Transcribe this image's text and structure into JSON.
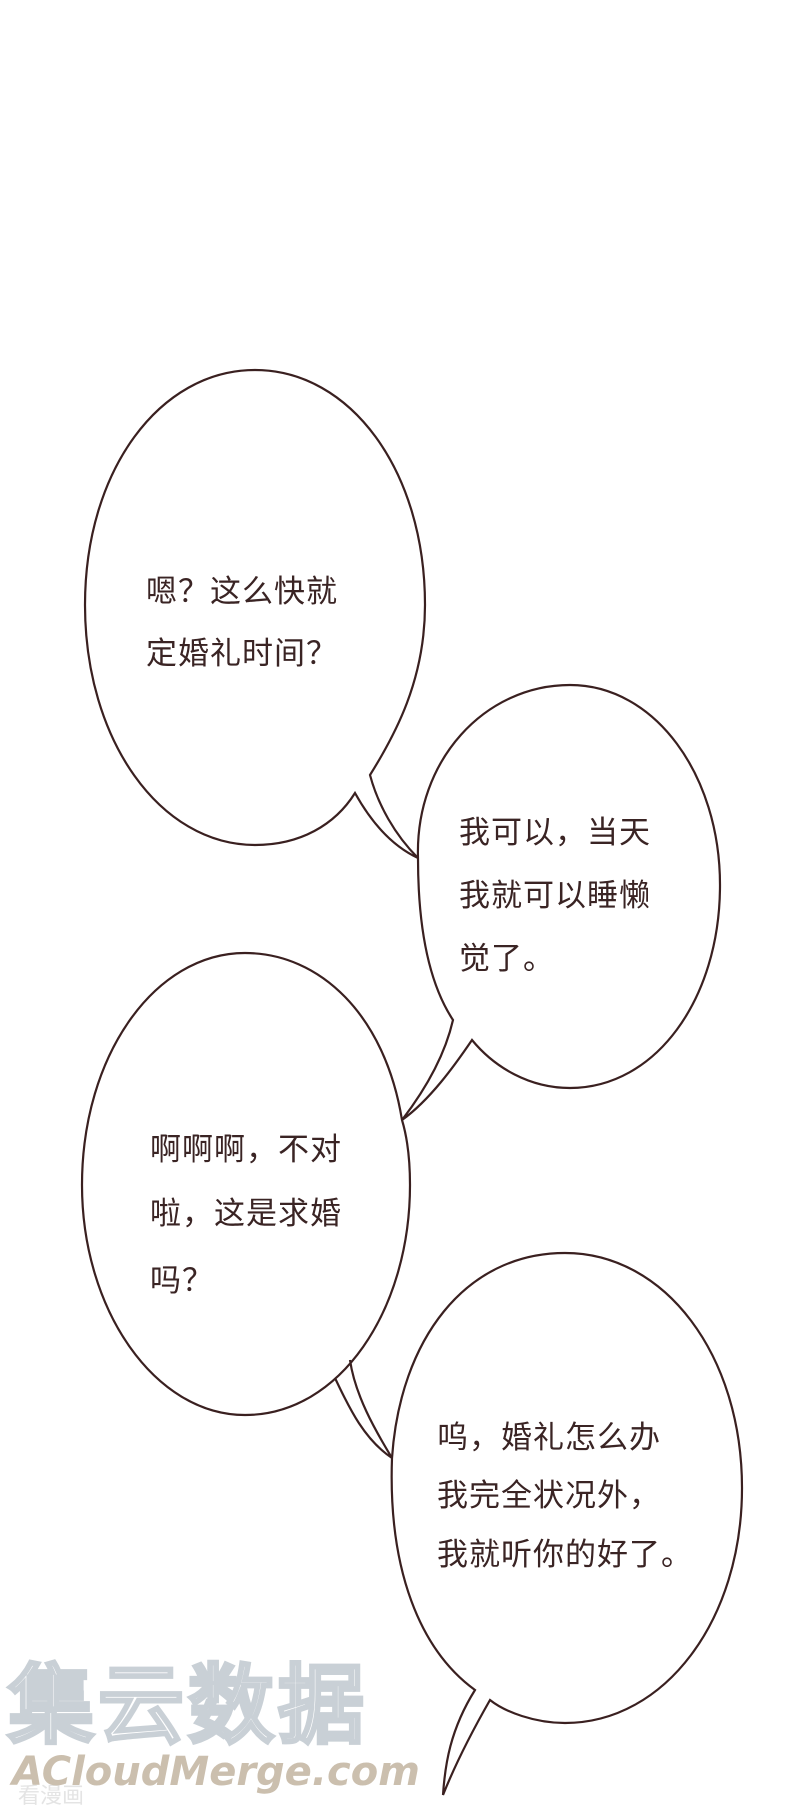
{
  "colors": {
    "background": "#ffffff",
    "bubble_outline": "#3a2020",
    "text": "#3a2424",
    "watermark_stroke": "#c9d0d6",
    "watermark_text": "#cbbfae"
  },
  "bubbles": [
    {
      "lines": [
        "嗯？这么快就",
        "定婚礼时间？"
      ]
    },
    {
      "lines": [
        "我可以，当天",
        "我就可以睡懒",
        "觉了。"
      ]
    },
    {
      "lines": [
        "啊啊啊，不对",
        "啦，这是求婚",
        "吗？"
      ]
    },
    {
      "lines": [
        "呜，婚礼怎么办",
        "我完全状况外，",
        "我就听你的好了。"
      ]
    }
  ],
  "watermark": {
    "chinese": "集云数据",
    "english": "ACloudMerge.com",
    "faint": "看漫画"
  }
}
